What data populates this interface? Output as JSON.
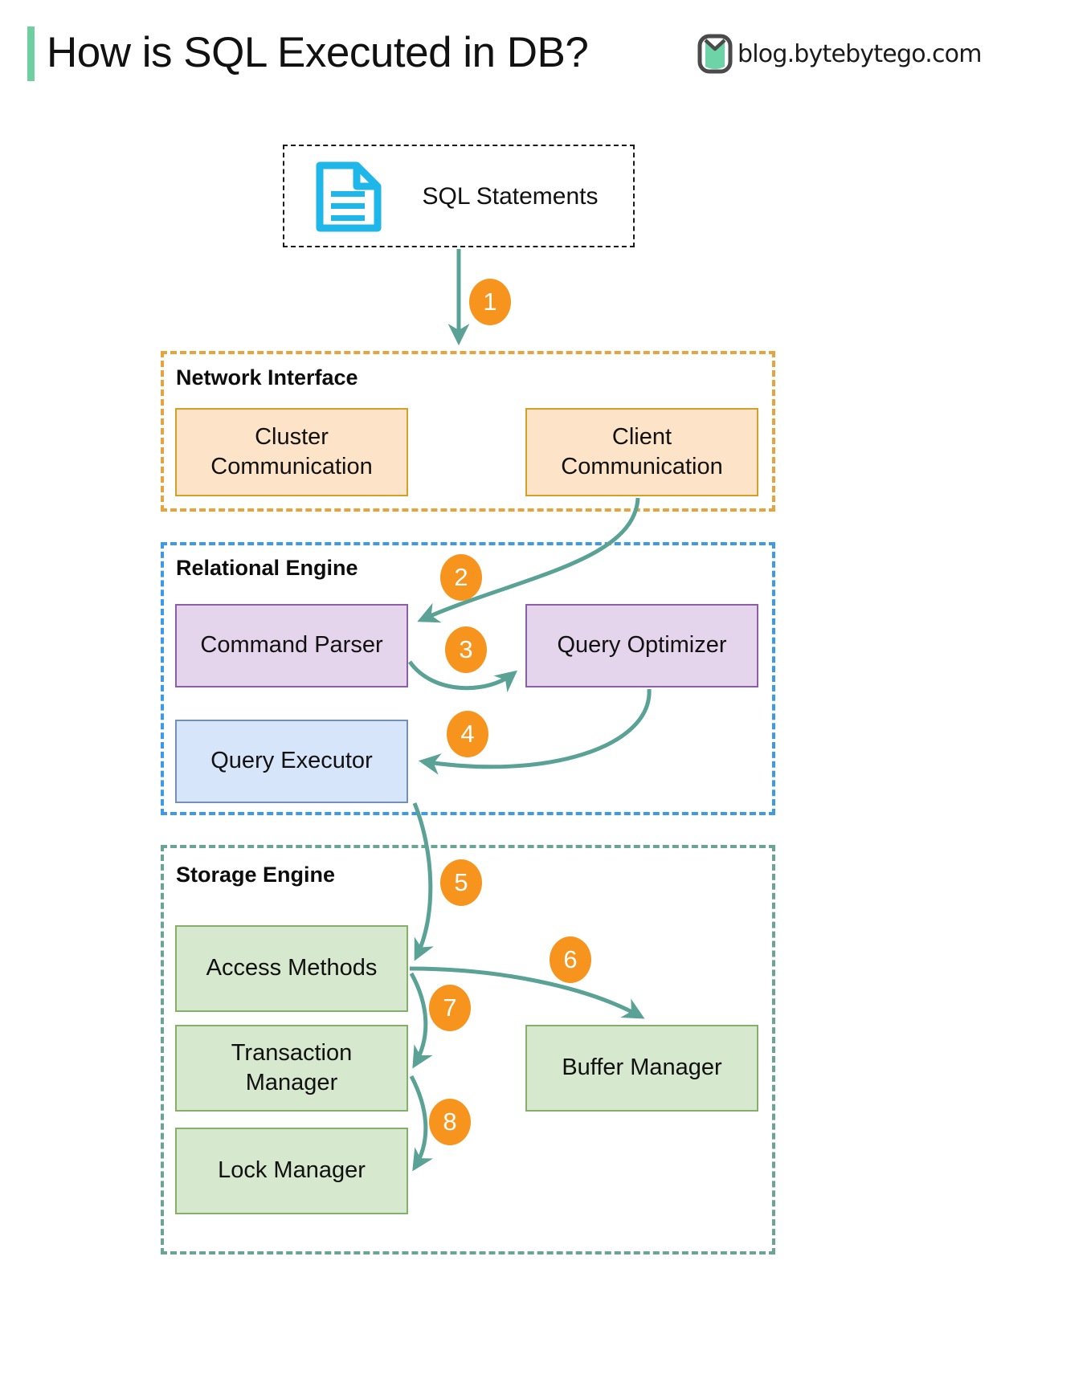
{
  "header": {
    "title": "How is SQL Executed in DB?",
    "accent_color": "#6fcfa0",
    "brand_text": "blog.bytebytego.com",
    "brand_logo_icon": "bytebytego-logo-icon"
  },
  "source": {
    "icon": "document-icon",
    "label": "SQL Statements",
    "border_style": "dashed",
    "icon_color": "#1fb6ea"
  },
  "groups": [
    {
      "id": "network",
      "label": "Network Interface",
      "border_color": "#e8a33d",
      "nodes": [
        {
          "id": "cluster",
          "label": "Cluster\nCommunication",
          "fill": "#fde3c8",
          "stroke": "#d3a02a"
        },
        {
          "id": "client",
          "label": "Client\nCommunication",
          "fill": "#fde3c8",
          "stroke": "#d3a02a"
        }
      ]
    },
    {
      "id": "relational",
      "label": "Relational Engine",
      "border_color": "#3d9ae8",
      "nodes": [
        {
          "id": "parser",
          "label": "Command Parser",
          "fill": "#e5d5ec",
          "stroke": "#8e5ea4"
        },
        {
          "id": "optimizer",
          "label": "Query Optimizer",
          "fill": "#e5d5ec",
          "stroke": "#8e5ea4"
        },
        {
          "id": "executor",
          "label": "Query Executor",
          "fill": "#d7e5fa",
          "stroke": "#7291b8"
        }
      ]
    },
    {
      "id": "storage",
      "label": "Storage Engine",
      "border_color": "#6aa495",
      "nodes": [
        {
          "id": "access",
          "label": "Access Methods",
          "fill": "#d6e8cd",
          "stroke": "#86b06a"
        },
        {
          "id": "transact",
          "label": "Transaction\nManager",
          "fill": "#d6e8cd",
          "stroke": "#86b06a"
        },
        {
          "id": "lock",
          "label": "Lock Manager",
          "fill": "#d6e8cd",
          "stroke": "#86b06a"
        },
        {
          "id": "buffer",
          "label": "Buffer Manager",
          "fill": "#d6e8cd",
          "stroke": "#86b06a"
        }
      ]
    }
  ],
  "labels": {
    "network_group": "Network Interface",
    "relational_group": "Relational Engine",
    "storage_group": "Storage Engine",
    "cluster_line1": "Cluster",
    "cluster_line2": "Communication",
    "client_line1": "Client",
    "client_line2": "Communication",
    "command_parser": "Command Parser",
    "query_optimizer": "Query Optimizer",
    "query_executor": "Query Executor",
    "access_methods": "Access Methods",
    "transaction_line1": "Transaction",
    "transaction_line2": "Manager",
    "lock_manager": "Lock Manager",
    "buffer_manager": "Buffer Manager"
  },
  "steps": [
    {
      "n": "1",
      "from": "SQL Statements",
      "to": "Network Interface"
    },
    {
      "n": "2",
      "from": "Client Communication",
      "to": "Command Parser"
    },
    {
      "n": "3",
      "from": "Command Parser",
      "to": "Query Optimizer"
    },
    {
      "n": "4",
      "from": "Query Optimizer",
      "to": "Query Executor"
    },
    {
      "n": "5",
      "from": "Query Executor",
      "to": "Access Methods"
    },
    {
      "n": "6",
      "from": "Access Methods",
      "to": "Buffer Manager"
    },
    {
      "n": "7",
      "from": "Access Methods",
      "to": "Transaction Manager"
    },
    {
      "n": "8",
      "from": "Transaction Manager",
      "to": "Lock Manager"
    }
  ],
  "colors": {
    "arrow": "#5aa296",
    "badge": "#f7941e",
    "badge_text": "#ffffff"
  }
}
